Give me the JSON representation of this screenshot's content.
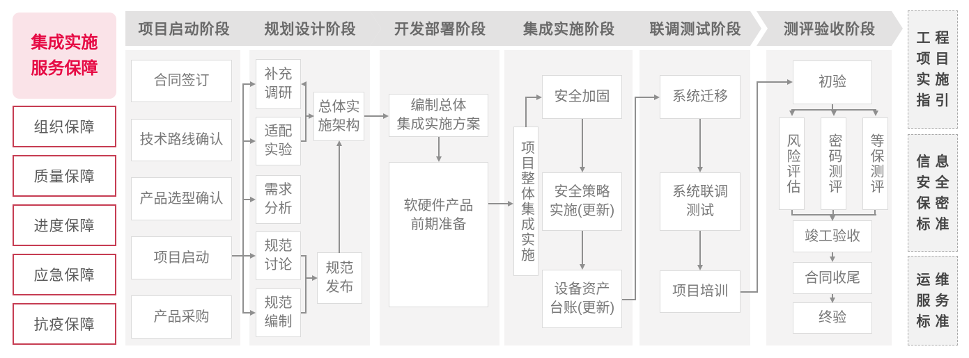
{
  "colors": {
    "accent_red": "#e60a44",
    "pink_bg": "#fae3e8",
    "guard_border": "#c63c52",
    "header_bg": "#e3e2e2",
    "panel_bg": "#f4f3f3",
    "connector": "#8f8f8f"
  },
  "sidebar": {
    "title": "集成实施\n服务保障",
    "guards": [
      "组织保障",
      "质量保障",
      "进度保障",
      "应急保障",
      "抗疫保障"
    ]
  },
  "phases": [
    "项目启动阶段",
    "规划设计阶段",
    "开发部署阶段",
    "集成实施阶段",
    "联调测试阶段",
    "测评验收阶段"
  ],
  "boxes": {
    "contract_sign": "合同签订",
    "tech_route": "技术路线确认",
    "product_select": "产品选型确认",
    "project_kickoff": "项目启动",
    "procurement": "产品采购",
    "supplement_research": "补充\n调研",
    "adaptation_test": "适配\n实验",
    "requirement_analysis": "需求\n分析",
    "spec_discussion": "规范\n讨论",
    "spec_drafting": "规范\n编制",
    "overall_architecture": "总体实\n施架构",
    "spec_release": "规范\n发布",
    "overall_plan": "编制总体\n集成实施方案",
    "product_preparation": "软硬件产品\n前期准备",
    "overall_integration": "项目整体集成实施",
    "security_hardening": "安全加固",
    "security_policy": "安全策略\n实施(更新)",
    "asset_ledger": "设备资产\n台账(更新)",
    "system_migration": "系统迁移",
    "joint_test": "系统联调\n测试",
    "project_training": "项目培训",
    "initial_acceptance": "初验",
    "risk_assessment": "风险评估",
    "crypto_evaluation": "密码测评",
    "classified_protection": "等保测评",
    "completion_acceptance": "竣工验收",
    "contract_closure": "合同收尾",
    "final_acceptance": "终验"
  },
  "right_panels": [
    "工程\n项目\n实施\n指引",
    "信息\n安全\n保密\n标准",
    "运维\n服务\n标准"
  ]
}
